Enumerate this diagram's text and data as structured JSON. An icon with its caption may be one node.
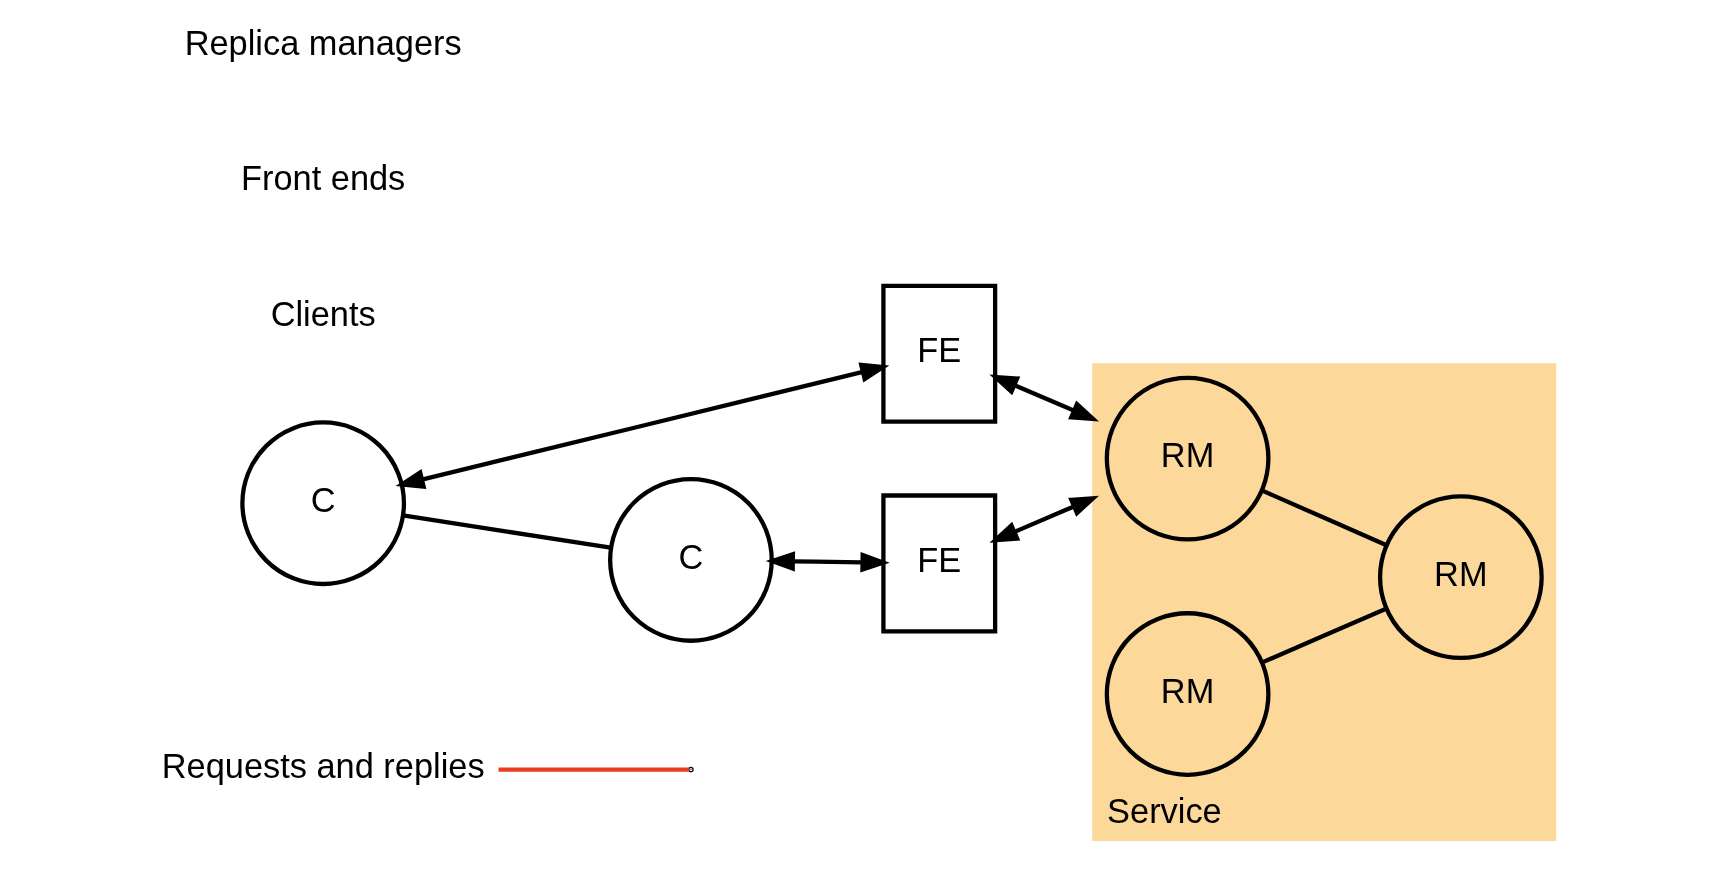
{
  "diagram": {
    "nodes": [
      {
        "text": [
          "Requests and replies"
        ]
      },
      {
        "text": [
          "C"
        ]
      },
      {
        "text": [
          "FE"
        ]
      },
      {
        "text": [
          "Service"
        ]
      },
      {
        "text": [
          "RM"
        ],
        "in": 3
      },
      {
        "text": [
          "RM"
        ],
        "in": 3
      },
      {
        "text": [
          "C"
        ]
      },
      {
        "text": [
          "FE"
        ]
      },
      {
        "text": [
          "RM"
        ],
        "in": 3
      }
    ],
    "edges": [
      {
        "from": 0,
        "to": null,
        "arrow": "none",
        "color": "#e8401c"
      },
      {
        "from": 1,
        "to": 2,
        "arrow": "both"
      },
      {
        "from": 2,
        "to": 3,
        "arrow": "both"
      },
      {
        "from": 1,
        "to": 6,
        "arrow": "none"
      },
      {
        "from": 6,
        "to": 7,
        "arrow": "both"
      },
      {
        "from": 7,
        "to": 3,
        "arrow": "both"
      },
      {
        "from": 4,
        "to": 8,
        "arrow": "none"
      },
      {
        "from": 5,
        "to": 8,
        "arrow": "none"
      }
    ],
    "labels": [
      "Clients",
      "Front ends",
      "Replica managers"
    ]
  }
}
